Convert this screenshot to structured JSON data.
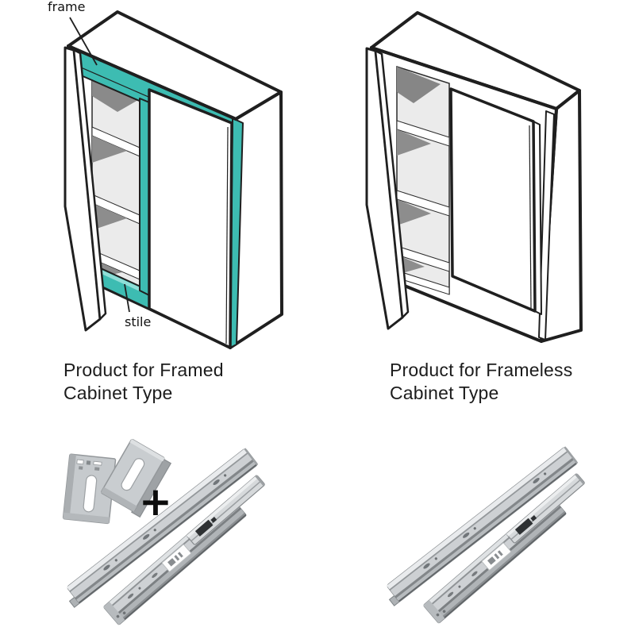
{
  "page": {
    "background": "#ffffff"
  },
  "colors": {
    "frame_accent_teal": "#3dbcb2",
    "frame_accent_teal_light": "#8fded7",
    "outline_black": "#1f1f1f",
    "interior_gray": "#ebebeb",
    "shadow_gray": "#8d8d8d",
    "metal_mid": "#c8cbce",
    "metal_dark": "#7e8386"
  },
  "framed_section": {
    "caption_line1": "Product for Framed",
    "caption_line2": "Cabinet Type",
    "frame_label": "frame",
    "stile_label": "stile",
    "plus_sign": "+"
  },
  "frameless_section": {
    "caption_line1": "Product for Frameless",
    "caption_line2": "Cabinet Type"
  }
}
